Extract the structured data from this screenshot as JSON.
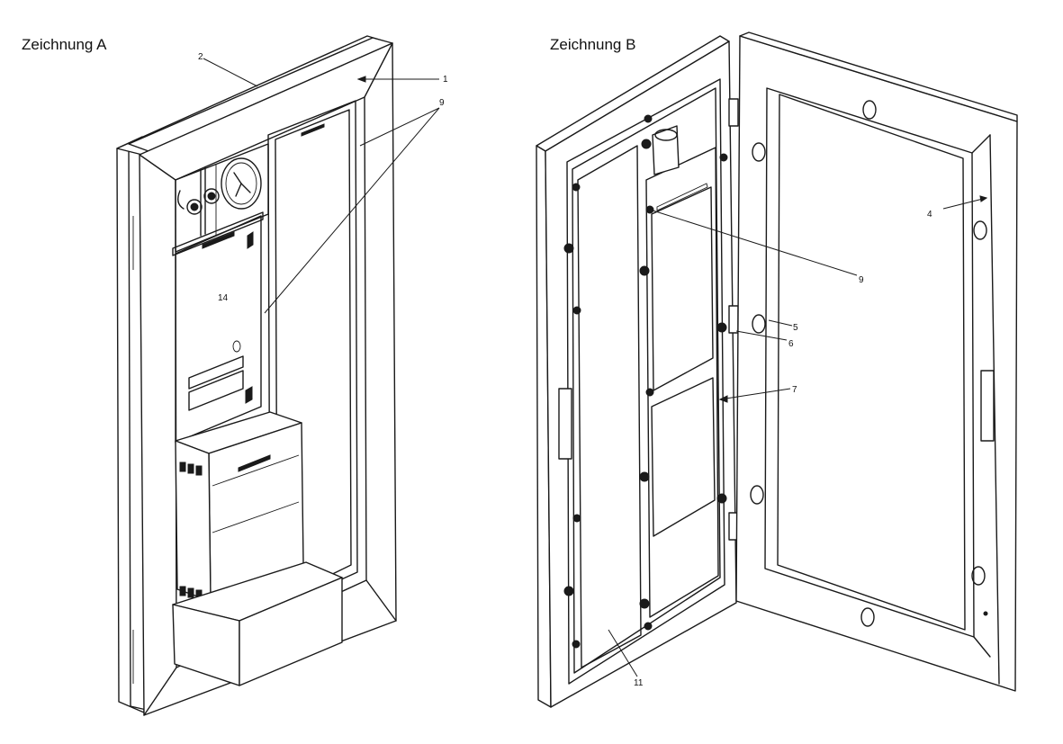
{
  "figure_a": {
    "title": "Zeichnung A",
    "callouts": [
      "2",
      "1",
      "9",
      "14"
    ]
  },
  "figure_b": {
    "title": "Zeichnung B",
    "callouts": [
      "4",
      "9",
      "5",
      "6",
      "7",
      "11"
    ]
  }
}
